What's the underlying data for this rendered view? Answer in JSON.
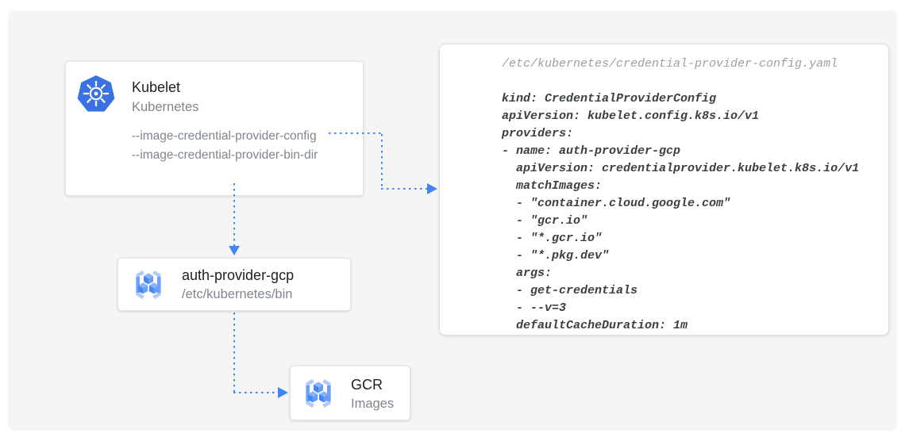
{
  "diagram": {
    "kubelet": {
      "title": "Kubelet",
      "subtitle": "Kubernetes",
      "flags": [
        "--image-credential-provider-config",
        "--image-credential-provider-bin-dir"
      ],
      "icon": "kubernetes-helm-icon"
    },
    "auth_provider": {
      "title": "auth-provider-gcp",
      "subtitle": "/etc/kubernetes/bin",
      "icon": "container-registry-icon"
    },
    "gcr": {
      "title": "GCR",
      "subtitle": "Images",
      "icon": "container-registry-icon"
    },
    "config_panel": {
      "file_path": "/etc/kubernetes/credential-provider-config.yaml",
      "yaml": "kind: CredentialProviderConfig\napiVersion: kubelet.config.k8s.io/v1\nproviders:\n- name: auth-provider-gcp\n  apiVersion: credentialprovider.kubelet.k8s.io/v1\n  matchImages:\n  - \"container.cloud.google.com\"\n  - \"gcr.io\"\n  - \"*.gcr.io\"\n  - \"*.pkg.dev\"\n  args:\n  - get-credentials\n  - --v=3\n  defaultCacheDuration: 1m"
    },
    "connectors": [
      {
        "from": "kubelet --image-credential-provider-config",
        "to": "credential-provider-config.yaml panel",
        "style": "dotted-blue-arrow"
      },
      {
        "from": "kubelet",
        "to": "auth-provider-gcp",
        "style": "dotted-blue-arrow"
      },
      {
        "from": "auth-provider-gcp",
        "to": "GCR",
        "style": "dotted-blue-arrow"
      }
    ],
    "colors": {
      "arrow_blue": "#4285f4",
      "kubernetes_blue": "#3b72e3",
      "registry_blue": "#4285f4",
      "registry_light_blue": "#aecbfa",
      "canvas_bg": "#f5f5f5",
      "card_bg": "#ffffff",
      "title_text": "#202124",
      "secondary_text": "#80868b",
      "code_text": "#3c4043",
      "code_path_text": "#9aa0a6"
    }
  }
}
